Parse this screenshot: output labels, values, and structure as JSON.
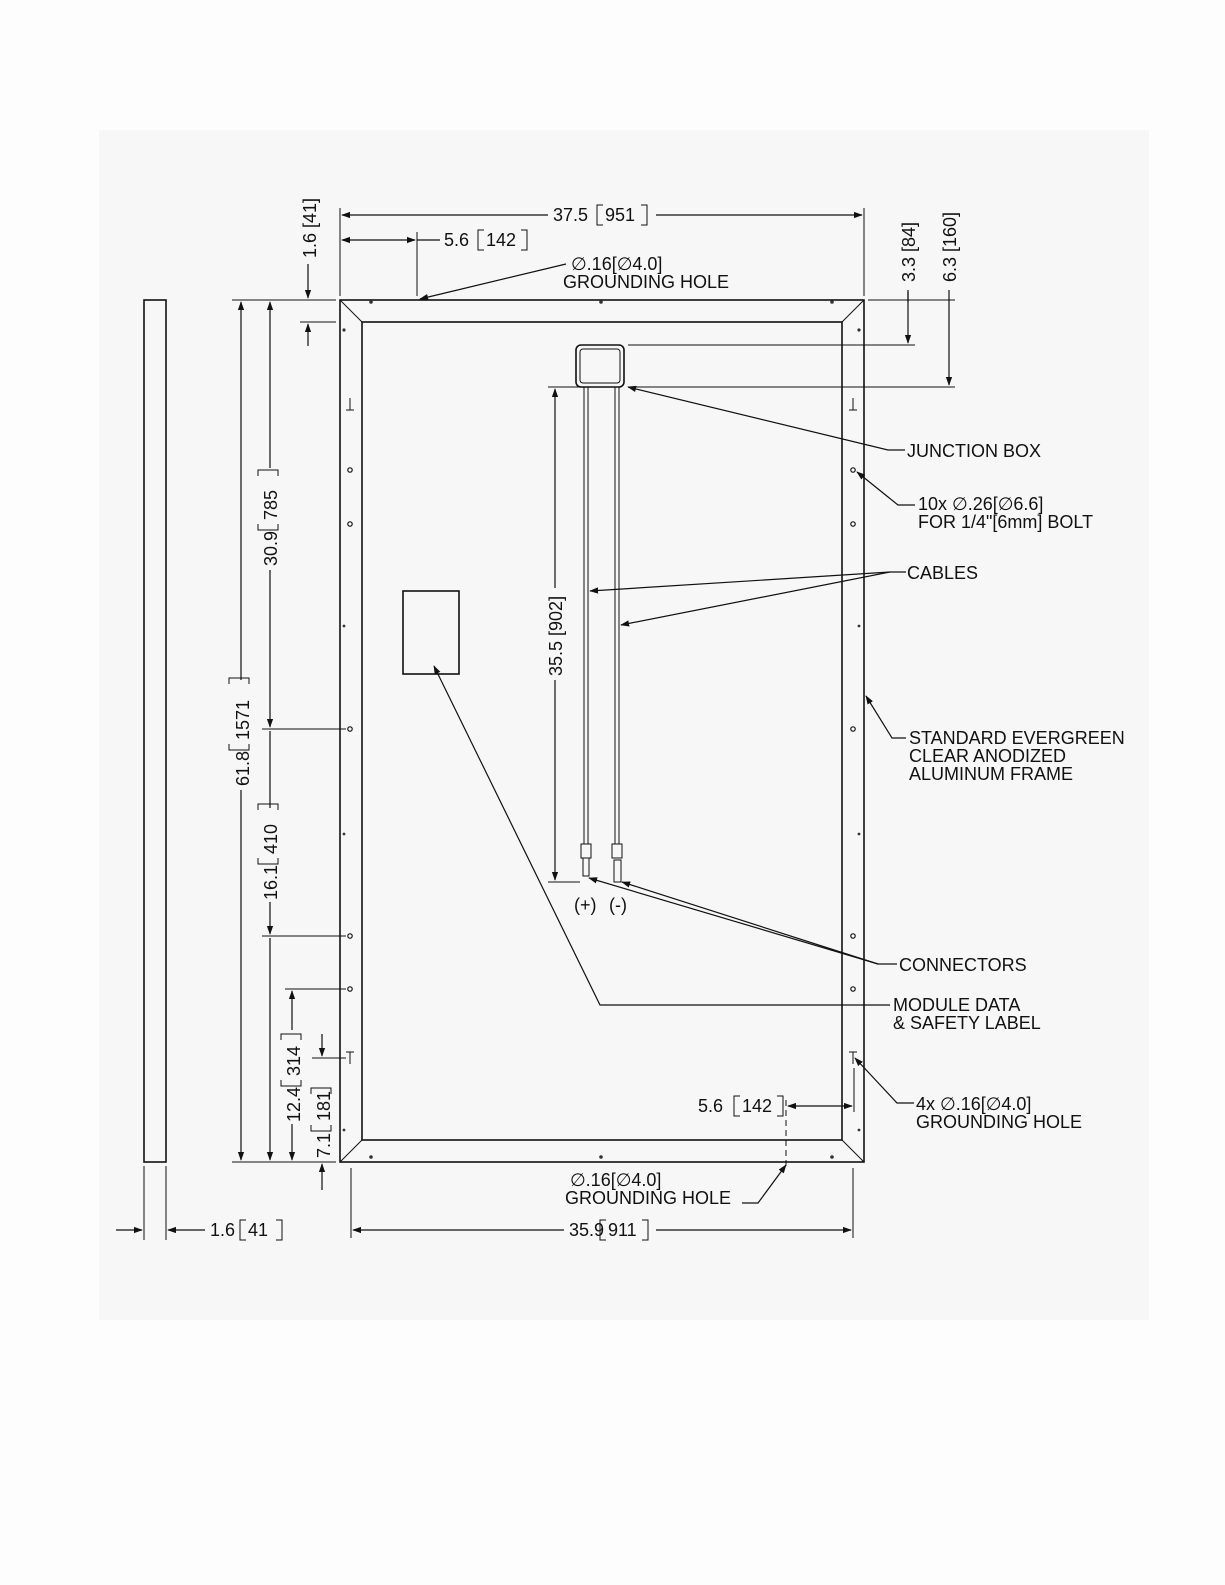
{
  "drawing": {
    "background_color": "#f7f7f7",
    "line_color": "#111111"
  },
  "dimensions": {
    "overall_width": "37.5",
    "overall_width_mm": "951",
    "top_hole_offset": "5.6",
    "top_hole_offset_mm": "142",
    "frame_depth_top": "1.6 [41]",
    "jbox_offset": "3.3 [84]",
    "jbox_bottom_offset": "6.3 [160]",
    "overall_length": "61.8",
    "overall_length_mm": "1571",
    "upper_mount": "30.9",
    "upper_mount_mm": "785",
    "cable_length": "35.5 [902]",
    "lower_mount": "16.1",
    "lower_mount_mm": "410",
    "bottom_mount": "12.4",
    "bottom_mount_mm": "314",
    "bottom_ground": "7.1",
    "bottom_ground_mm": "181",
    "bottom_hole_offset": "5.6",
    "bottom_hole_offset_mm": "142",
    "mount_width": "35.9",
    "mount_width_mm": "911",
    "side_depth": "1.6",
    "side_depth_mm": "41"
  },
  "callouts": {
    "top_ground_line1": "∅.16[∅4.0]",
    "top_ground_line2": "GROUNDING HOLE",
    "junction_box": "JUNCTION BOX",
    "bolt_line1": "10x  ∅.26[∅6.6]",
    "bolt_line2": "FOR 1/4\"[6mm] BOLT",
    "cables": "CABLES",
    "frame_line1": "STANDARD EVERGREEN",
    "frame_line2": "CLEAR ANODIZED",
    "frame_line3": "ALUMINUM FRAME",
    "positive": "(+)",
    "negative": "(-)",
    "connectors": "CONNECTORS",
    "label_line1": "MODULE DATA",
    "label_line2": "& SAFETY LABEL",
    "corner_ground_line1": "4x  ∅.16[∅4.0]",
    "corner_ground_line2": "GROUNDING HOLE",
    "bottom_ground_line1": "∅.16[∅4.0]",
    "bottom_ground_line2": "GROUNDING HOLE"
  }
}
